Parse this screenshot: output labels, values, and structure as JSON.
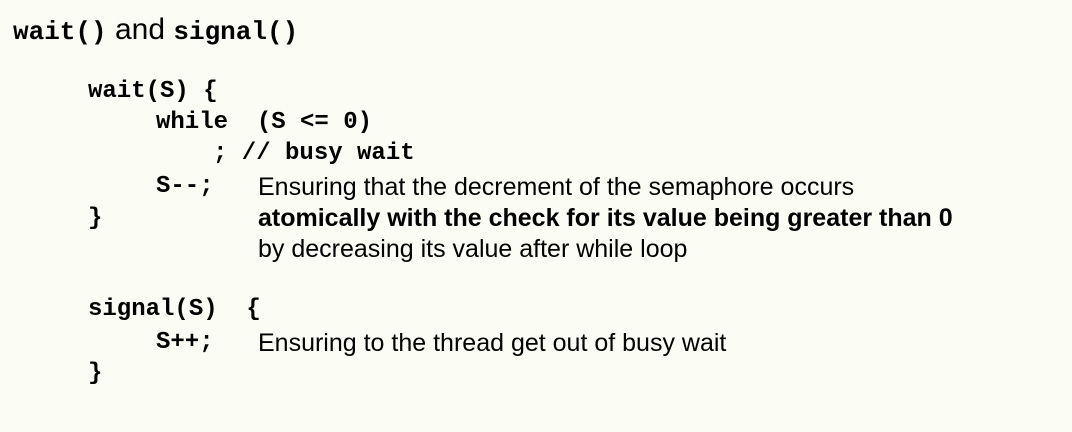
{
  "title": {
    "part1": "wait()",
    "and": " and ",
    "part2": "signal()"
  },
  "wait_block": {
    "header": "wait(S) {",
    "while_line": "while  (S <= 0)",
    "busy_wait": "; // busy wait",
    "decrement": "S--;",
    "close": "}",
    "note_line1": "Ensuring that the decrement of the semaphore occurs",
    "note_line2": "atomically with the check for its value being greater than 0",
    "note_line3": "by decreasing its value after while loop"
  },
  "signal_block": {
    "header": "signal(S)  {",
    "increment": "S++;",
    "close": "}",
    "note": "Ensuring to the thread get out of busy wait"
  }
}
